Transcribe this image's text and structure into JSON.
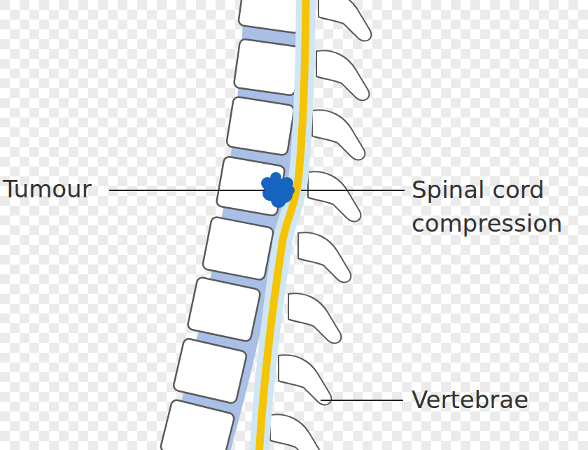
{
  "diagram": {
    "labels": [
      "Tumour",
      "Spinal cord compression",
      "Vertebrae"
    ]
  }
}
